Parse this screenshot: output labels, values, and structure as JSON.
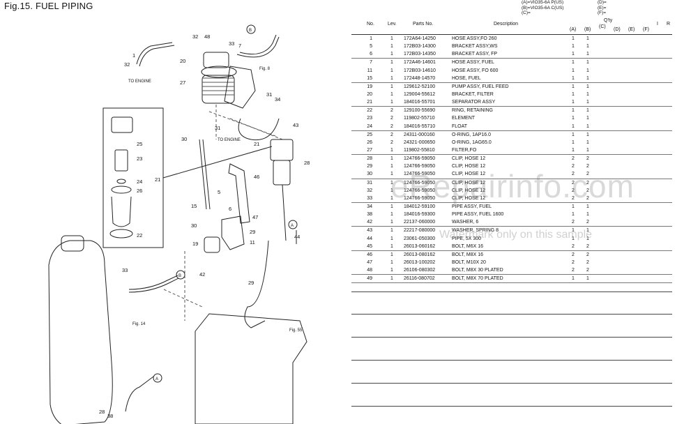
{
  "figure": {
    "title": "Fig.15.  FUEL PIPING"
  },
  "legend": {
    "left": [
      "(A)=VIO35-6A P(US)",
      "(B)=VIO35-6A C(US)",
      "(C)="
    ],
    "right": [
      "(D)=",
      "(E)=",
      "(F)="
    ],
    "right_tail": [
      "I",
      "R"
    ]
  },
  "table": {
    "headers": {
      "no": "No.",
      "lev": "Lev.",
      "parts_no": "Parts No.",
      "description": "Description",
      "qty": "Q'ty",
      "a": "(A)",
      "b": "(B)",
      "c": "(C)",
      "d": "(D)",
      "e": "(E)",
      "f": "(F)",
      "i": "I",
      "r": "R"
    },
    "groups": [
      [
        {
          "no": "1",
          "lev": "1",
          "pn": "172A64-14250",
          "desc": "HOSE ASSY,FO 260",
          "a": "1",
          "b": "1"
        },
        {
          "no": "5",
          "lev": "1",
          "pn": "172B03-14300",
          "desc": "BRACKET ASSY,WS",
          "a": "1",
          "b": "1"
        },
        {
          "no": "6",
          "lev": "1",
          "pn": "172B03-14350",
          "desc": "BRACKET ASSY, FP",
          "a": "1",
          "b": "1"
        }
      ],
      [
        {
          "no": "7",
          "lev": "1",
          "pn": "172A46-14601",
          "desc": "HOSE ASSY, FUEL",
          "a": "1",
          "b": "1"
        },
        {
          "no": "11",
          "lev": "1",
          "pn": "172B03-14610",
          "desc": "HOSE ASSY, FO 600",
          "a": "1",
          "b": "1"
        },
        {
          "no": "15",
          "lev": "1",
          "pn": "172448-14570",
          "desc": "HOSE, FUEL",
          "a": "1",
          "b": "1"
        }
      ],
      [
        {
          "no": "19",
          "lev": "1",
          "pn": "129612-52100",
          "desc": "PUMP ASSY, FUEL FEED",
          "a": "1",
          "b": "1"
        },
        {
          "no": "20",
          "lev": "1",
          "pn": "129004-55612",
          "desc": "BRACKET, FILTER",
          "a": "1",
          "b": "1"
        },
        {
          "no": "21",
          "lev": "1",
          "pn": "184016-55701",
          "desc": "SEPARATOR ASSY",
          "a": "1",
          "b": "1"
        }
      ],
      [
        {
          "no": "22",
          "lev": "2",
          "pn": "129100-55690",
          "desc": "RING, RETAINING",
          "a": "1",
          "b": "1"
        },
        {
          "no": "23",
          "lev": "2",
          "pn": "119802-55710",
          "desc": "ELEMENT",
          "a": "1",
          "b": "1"
        },
        {
          "no": "24",
          "lev": "2",
          "pn": "184016-55710",
          "desc": "FLOAT",
          "a": "1",
          "b": "1"
        }
      ],
      [
        {
          "no": "25",
          "lev": "2",
          "pn": "24311-000160",
          "desc": "O-RING, 1AP16.0",
          "a": "1",
          "b": "1"
        },
        {
          "no": "26",
          "lev": "2",
          "pn": "24321-000650",
          "desc": "O-RING, 1AG65.0",
          "a": "1",
          "b": "1"
        },
        {
          "no": "27",
          "lev": "1",
          "pn": "119802-55810",
          "desc": "FILTER,FO",
          "a": "1",
          "b": "1"
        }
      ],
      [
        {
          "no": "28",
          "lev": "1",
          "pn": "124766-59050",
          "desc": "CLIP, HOSE 12",
          "a": "2",
          "b": "2"
        },
        {
          "no": "29",
          "lev": "1",
          "pn": "124766-59050",
          "desc": "CLIP, HOSE 12",
          "a": "2",
          "b": "2"
        },
        {
          "no": "30",
          "lev": "1",
          "pn": "124766-59050",
          "desc": "CLIP, HOSE 12",
          "a": "2",
          "b": "2"
        }
      ],
      [
        {
          "no": "31",
          "lev": "1",
          "pn": "124766-59050",
          "desc": "CLIP, HOSE 12",
          "a": "2",
          "b": "2"
        },
        {
          "no": "32",
          "lev": "1",
          "pn": "124766-59050",
          "desc": "CLIP, HOSE 12",
          "a": "2",
          "b": "2"
        },
        {
          "no": "33",
          "lev": "1",
          "pn": "124766-59050",
          "desc": "CLIP, HOSE 12",
          "a": "2",
          "b": "2"
        }
      ],
      [
        {
          "no": "34",
          "lev": "1",
          "pn": "184012-59100",
          "desc": "PIPE ASSY, FUEL",
          "a": "1",
          "b": "1"
        },
        {
          "no": "38",
          "lev": "1",
          "pn": "184016-59300",
          "desc": "PIPE ASSY, FUEL 1600",
          "a": "1",
          "b": "1"
        },
        {
          "no": "42",
          "lev": "1",
          "pn": "22137-060000",
          "desc": "WASHER, 6",
          "a": "2",
          "b": "2"
        }
      ],
      [
        {
          "no": "43",
          "lev": "1",
          "pn": "22217-080000",
          "desc": "WASHER, SPRING  8",
          "a": "1",
          "b": "1"
        },
        {
          "no": "44",
          "lev": "1",
          "pn": "23061-050300",
          "desc": "PIPE, 5X 300",
          "a": "1",
          "b": "1"
        },
        {
          "no": "45",
          "lev": "1",
          "pn": "26013-060162",
          "desc": "BOLT, M6X 16",
          "a": "2",
          "b": "2"
        }
      ],
      [
        {
          "no": "46",
          "lev": "1",
          "pn": "26013-080162",
          "desc": "BOLT, M8X 16",
          "a": "2",
          "b": "2"
        },
        {
          "no": "47",
          "lev": "1",
          "pn": "26013-100202",
          "desc": "BOLT, M10X 20",
          "a": "2",
          "b": "2"
        },
        {
          "no": "48",
          "lev": "1",
          "pn": "26106-080302",
          "desc": "BOLT, M8X 30 PLATED",
          "a": "2",
          "b": "2"
        }
      ],
      [
        {
          "no": "49",
          "lev": "1",
          "pn": "26116-080702",
          "desc": "BOLT, M8X 70 PLATED",
          "a": "1",
          "b": "1"
        }
      ]
    ]
  },
  "diagram": {
    "callouts": [
      "48",
      "32",
      "33",
      "7",
      "1",
      "32",
      "20",
      "27",
      "31",
      "34",
      "31",
      "30",
      "25",
      "23",
      "24",
      "26",
      "21",
      "22",
      "21",
      "43",
      "46",
      "5",
      "28",
      "15",
      "6",
      "47",
      "30",
      "29",
      "11",
      "19",
      "44",
      "33",
      "42",
      "29",
      "28",
      "38"
    ],
    "notes": [
      "TO ENGINE",
      "TO ENGINE",
      "Fig. 8",
      "Fig. 14",
      "Fig. 55"
    ],
    "markers": [
      "B",
      "B",
      "A",
      "A"
    ]
  },
  "watermark": {
    "main": "eRepairinfo.com",
    "sub": "Watermark only on this sample"
  }
}
